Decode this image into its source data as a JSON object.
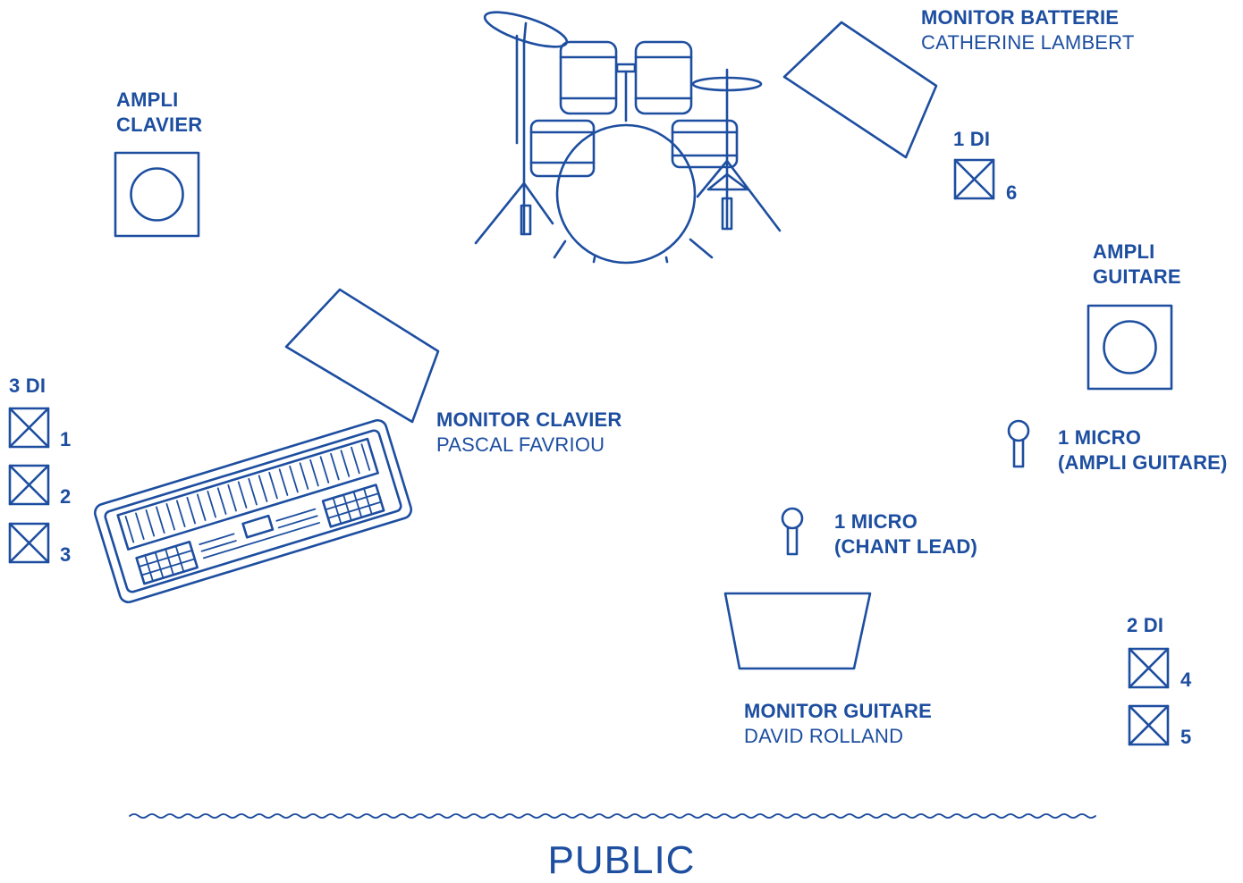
{
  "drums": {
    "monitor_title": "MONITOR BATTERIE",
    "monitor_name": "CATHERINE LAMBERT"
  },
  "keys": {
    "amp_line1": "AMPLI",
    "amp_line2": "CLAVIER",
    "monitor_title": "MONITOR CLAVIER",
    "monitor_name": "PASCAL FAVRIOU",
    "di_label": "3 DI",
    "di_numbers": [
      "1",
      "2",
      "3"
    ]
  },
  "guitar": {
    "amp_line1": "AMPLI",
    "amp_line2": "GUITARE",
    "mic_amp_line1": "1 MICRO",
    "mic_amp_line2": "(AMPLI GUITARE)",
    "mic_lead_line1": "1 MICRO",
    "mic_lead_line2": "(CHANT LEAD)",
    "monitor_title": "MONITOR GUITARE",
    "monitor_name": "DAVID ROLLAND",
    "di_label": "2 DI",
    "di_numbers": [
      "4",
      "5"
    ]
  },
  "drum_di": {
    "label": "1 DI",
    "number": "6"
  },
  "audience": {
    "label": "PUBLIC"
  },
  "colors": {
    "stroke": "#1d4ea0",
    "background": "#ffffff"
  }
}
